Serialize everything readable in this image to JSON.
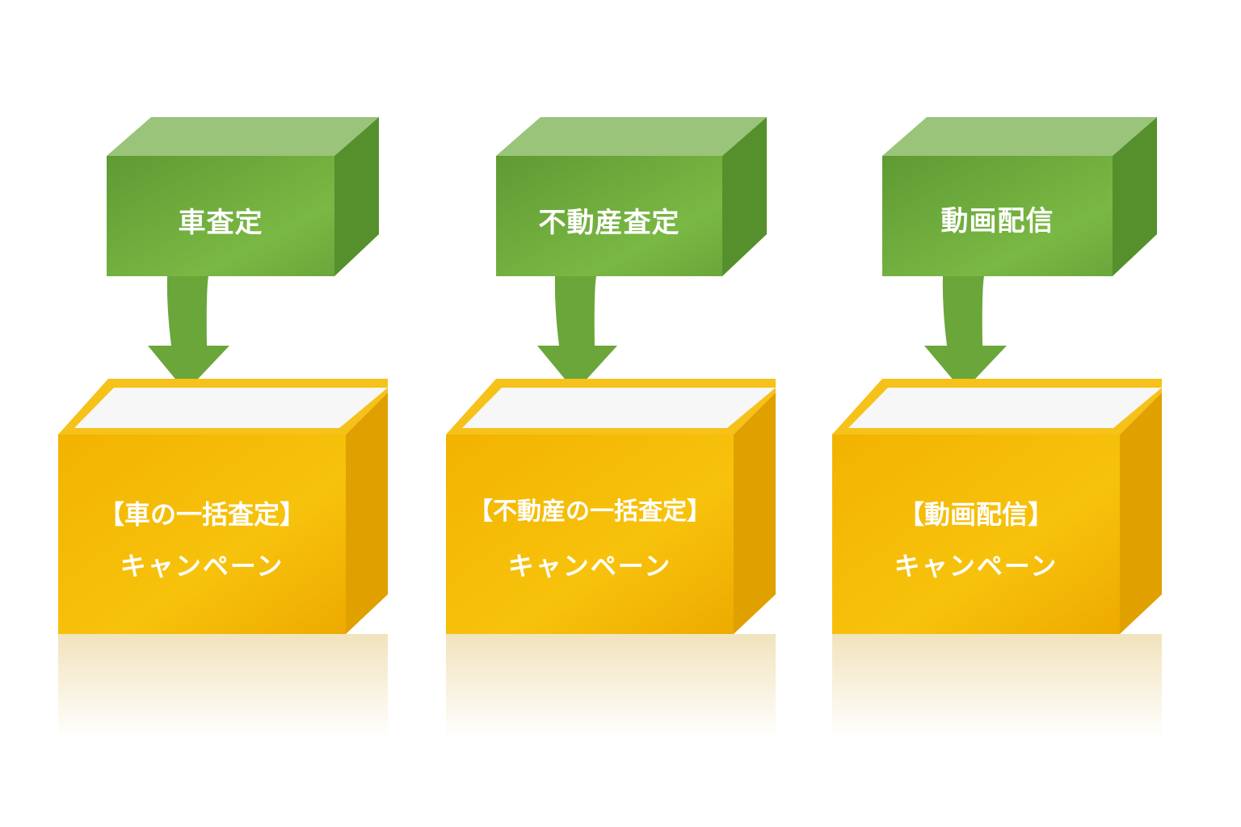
{
  "diagram": {
    "colors": {
      "green": "#6ea83c",
      "green_dark": "#4f8a2a",
      "green_top": "#9cc47a",
      "gold": "#f5b800",
      "gold_dark": "#e0a000",
      "gold_side": "#d99400"
    },
    "columns": [
      {
        "source": "車査定",
        "target_title": "【車の一括査定】",
        "target_subtitle": "キャンペーン"
      },
      {
        "source": "不動産査定",
        "target_title": "【不動産の一括査定】",
        "target_subtitle": "キャンペーン"
      },
      {
        "source": "動画配信",
        "target_title": "【動画配信】",
        "target_subtitle": "キャンペーン"
      }
    ],
    "arrow_icon": "down-arrow-icon"
  }
}
